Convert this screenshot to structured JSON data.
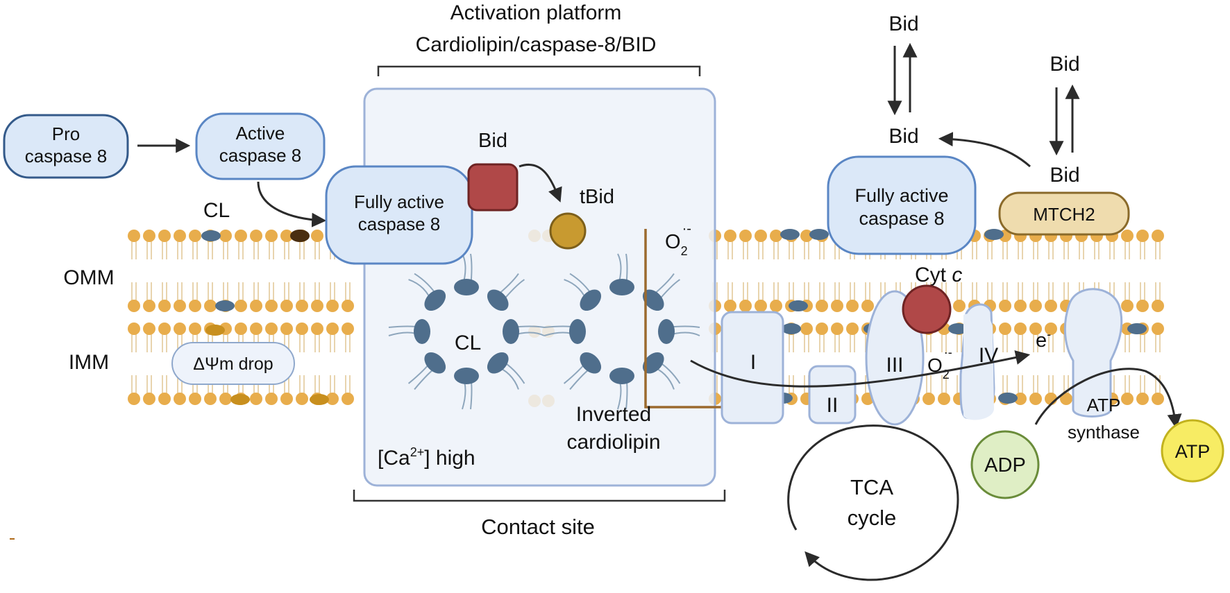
{
  "header": {
    "platform_title": "Activation platform",
    "platform_subtitle": "Cardiolipin/caspase-8/BID"
  },
  "labels": {
    "pro_caspase_line1": "Pro",
    "pro_caspase_line2": "caspase 8",
    "active_caspase_line1": "Active",
    "active_caspase_line2": "caspase 8",
    "fully_active_line1": "Fully active",
    "fully_active_line2": "caspase 8",
    "cl_top": "CL",
    "omm": "OMM",
    "imm": "IMM",
    "dpsi_drop": "ΔΨm drop",
    "bid_platform": "Bid",
    "tbid": "tBid",
    "cl_ring": "CL",
    "superoxide_base": "O",
    "superoxide_sub": "2",
    "superoxide_sup": "·-",
    "inverted_line1": "Inverted",
    "inverted_line2": "cardiolipin",
    "calcium_open": "[Ca",
    "calcium_sup": "2+",
    "calcium_close": "] high",
    "contact_site": "Contact site",
    "bid_top": "Bid",
    "bid_mid": "Bid",
    "bid_right_top": "Bid",
    "bid_mtch": "Bid",
    "mtch2": "MTCH2",
    "cyt_c_base": "Cyt ",
    "cyt_c_italic": "c",
    "complex_1": "I",
    "complex_2": "II",
    "complex_3": "III",
    "complex_4": "IV",
    "electron_base": "e",
    "electron_sup": "-",
    "atp_synthase_line1": "ATP",
    "atp_synthase_line2": "synthase",
    "adp": "ADP",
    "atp": "ATP",
    "tca_line1": "TCA",
    "tca_line2": "cycle"
  },
  "colors": {
    "lipid_head": "#e8ad4c",
    "lipid_tail": "#e3c99a",
    "cl_head": "#4f6e8c",
    "cl_tail": "#8ea6bc",
    "box_fill": "#dbe8f8",
    "box_stroke": "#5a86c4",
    "platform_fill": "#edf2f9",
    "platform_stroke": "#9db2d8",
    "bid_red": "#b04848",
    "tbid_gold": "#c89a30",
    "mtch2_fill": "#efdcae",
    "adp_fill": "#dfeec5",
    "atp_fill": "#f7ec64",
    "inhibitor_brown": "#9b6a2e"
  }
}
